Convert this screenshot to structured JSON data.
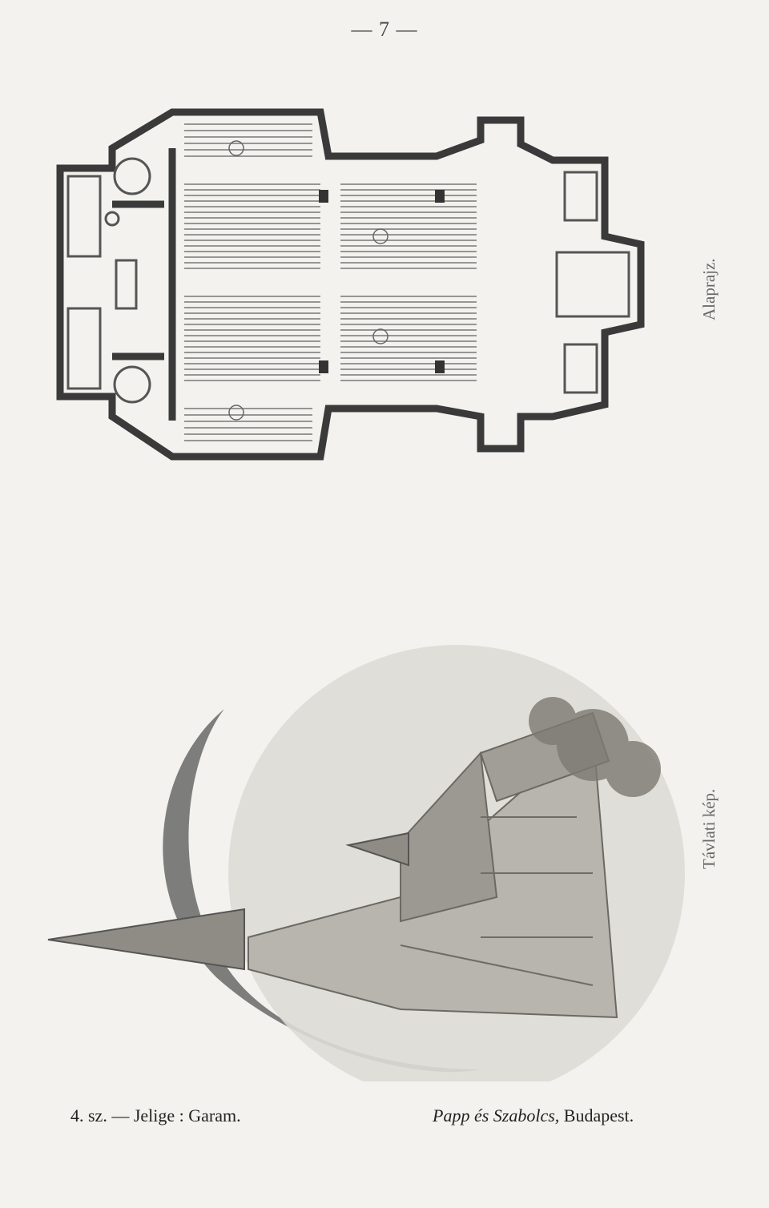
{
  "header": {
    "page_number": "— 7 —"
  },
  "figures": {
    "plan_caption": "Alaprajz.",
    "perspective_caption": "Távlati kép."
  },
  "footer": {
    "entry": "4. sz. — Jelige : Garam.",
    "authors": "Papp és Szabolcs,",
    "city": " Budapest."
  }
}
